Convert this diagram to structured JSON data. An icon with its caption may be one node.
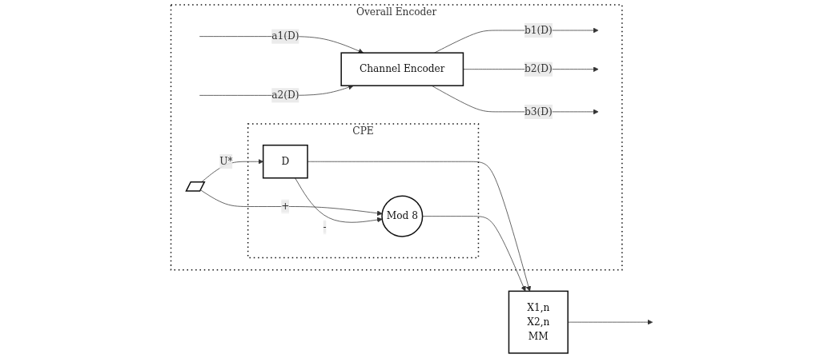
{
  "diagram": {
    "nodes": [
      {
        "text": [
          "Overall Encoder"
        ]
      },
      {
        "text": [
          "Channel Encoder"
        ],
        "in": 0
      },
      {
        "text": [
          "CPE"
        ],
        "in": 0
      },
      {
        "text": [
          "D"
        ],
        "in": 2
      },
      {
        "text": [
          "Mod 8"
        ],
        "in": 2
      },
      {
        "text": [
          "X1,n",
          "X2,n",
          "MM"
        ]
      },
      {
        "text": [],
        "shape": "switch",
        "in": 0
      }
    ],
    "edges": [
      {
        "from": null,
        "to": 1,
        "arrow": "to",
        "label": "a1(D)"
      },
      {
        "from": null,
        "to": 1,
        "arrow": "to",
        "label": "a2(D)"
      },
      {
        "from": 1,
        "to": null,
        "arrow": "to",
        "label": "b1(D)"
      },
      {
        "from": 1,
        "to": null,
        "arrow": "to",
        "label": "b2(D)"
      },
      {
        "from": 1,
        "to": null,
        "arrow": "to",
        "label": "b3(D)"
      },
      {
        "from": 6,
        "to": 3,
        "arrow": "to",
        "label": "U*"
      },
      {
        "from": 6,
        "to": 4,
        "arrow": "to",
        "label": "+"
      },
      {
        "from": 3,
        "to": 4,
        "arrow": "to",
        "label": "-"
      },
      {
        "from": 3,
        "to": 5,
        "arrow": "to"
      },
      {
        "from": 4,
        "to": 5,
        "arrow": "to"
      },
      {
        "from": 5,
        "to": null,
        "arrow": "to"
      }
    ]
  }
}
